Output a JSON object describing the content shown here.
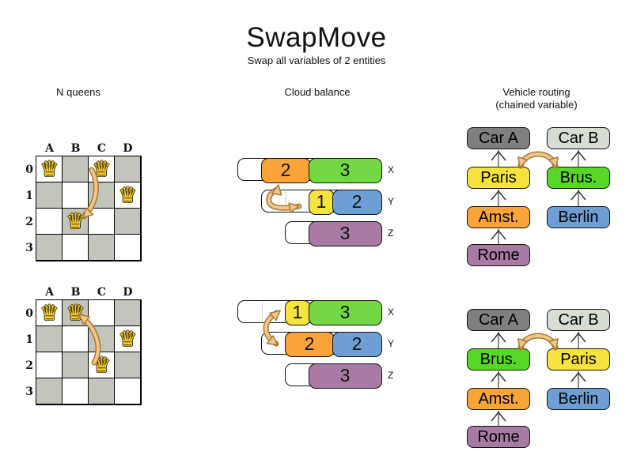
{
  "title": "SwapMove",
  "subtitle": "Swap all variables of 2 entities",
  "sections": {
    "nqueens": {
      "header": "N queens"
    },
    "cloud": {
      "header": "Cloud balance"
    },
    "vehicle": {
      "header_line1": "Vehicle routing",
      "header_line2": "(chained variable)"
    }
  },
  "palette": {
    "orange": "#f9a339",
    "green": "#73d843",
    "bright_green": "#58d826",
    "yellow": "#f6e33d",
    "blue": "#6d9ed4",
    "purple": "#a87aa5",
    "car_dark_gray": "#7f7f7f",
    "car_light_gray": "#d8ddd4",
    "board_gray": "#c1c5bb",
    "queen_gold": "#f6cd2b",
    "swap_arrow_fill": "#edc78b",
    "swap_arrow_stroke": "#aa7731",
    "chain_line": "#8a8a8a",
    "chain_chevron": "#2b2b2b"
  },
  "nqueens": {
    "queen_glyph": "♛",
    "column_labels": [
      "A",
      "B",
      "C",
      "D"
    ],
    "row_labels": [
      "0",
      "1",
      "2",
      "3"
    ],
    "boards": {
      "before": {
        "queens": [
          {
            "square": "A0",
            "col": 0,
            "row": 0
          },
          {
            "square": "C0",
            "col": 2,
            "row": 0
          },
          {
            "square": "D1",
            "col": 3,
            "row": 1
          },
          {
            "square": "B2",
            "col": 1,
            "row": 2
          }
        ],
        "swap": {
          "from": "C0",
          "to": "B2"
        }
      },
      "after": {
        "queens": [
          {
            "square": "A0",
            "col": 0,
            "row": 0
          },
          {
            "square": "B0",
            "col": 1,
            "row": 0
          },
          {
            "square": "D1",
            "col": 3,
            "row": 1
          },
          {
            "square": "C2",
            "col": 2,
            "row": 2
          }
        ],
        "swap": {
          "from": "C2",
          "to": "B0"
        }
      }
    }
  },
  "cloud": {
    "computer_labels": [
      "X",
      "Y",
      "Z"
    ],
    "states": {
      "before": {
        "rows": [
          {
            "label": "X",
            "capacity": 6,
            "segments": [
              {
                "value": "2",
                "color": "orange",
                "units": 2
              },
              {
                "value": "3",
                "color": "green",
                "units": 3
              }
            ]
          },
          {
            "label": "Y",
            "capacity": 5,
            "segments": [
              {
                "value": "1",
                "color": "yellow",
                "units": 1
              },
              {
                "value": "2",
                "color": "blue",
                "units": 2
              }
            ]
          },
          {
            "label": "Z",
            "capacity": 4,
            "segments": [
              {
                "value": "3",
                "color": "purple",
                "units": 3
              }
            ]
          }
        ]
      },
      "after": {
        "rows": [
          {
            "label": "X",
            "capacity": 6,
            "segments": [
              {
                "value": "1",
                "color": "yellow",
                "units": 1
              },
              {
                "value": "3",
                "color": "green",
                "units": 3
              }
            ]
          },
          {
            "label": "Y",
            "capacity": 5,
            "segments": [
              {
                "value": "2",
                "color": "orange",
                "units": 2
              },
              {
                "value": "2",
                "color": "blue",
                "units": 2
              }
            ]
          },
          {
            "label": "Z",
            "capacity": 4,
            "segments": [
              {
                "value": "3",
                "color": "purple",
                "units": 3
              }
            ]
          }
        ]
      }
    }
  },
  "vehicle": {
    "states": {
      "before": {
        "chains": [
          {
            "boxes": [
              {
                "label": "Car A",
                "color": "car_dark_gray"
              },
              {
                "label": "Paris",
                "color": "yellow"
              },
              {
                "label": "Amst.",
                "color": "orange"
              },
              {
                "label": "Rome",
                "color": "purple"
              }
            ]
          },
          {
            "boxes": [
              {
                "label": "Car B",
                "color": "car_light_gray"
              },
              {
                "label": "Brus.",
                "color": "bright_green"
              },
              {
                "label": "Berlin",
                "color": "blue"
              }
            ]
          }
        ],
        "swap": {
          "from": "Paris",
          "to": "Brus."
        }
      },
      "after": {
        "chains": [
          {
            "boxes": [
              {
                "label": "Car A",
                "color": "car_dark_gray"
              },
              {
                "label": "Brus.",
                "color": "bright_green"
              },
              {
                "label": "Amst.",
                "color": "orange"
              },
              {
                "label": "Rome",
                "color": "purple"
              }
            ]
          },
          {
            "boxes": [
              {
                "label": "Car B",
                "color": "car_light_gray"
              },
              {
                "label": "Paris",
                "color": "yellow"
              },
              {
                "label": "Berlin",
                "color": "blue"
              }
            ]
          }
        ],
        "swap": {
          "from": "Brus.",
          "to": "Paris"
        }
      }
    }
  }
}
